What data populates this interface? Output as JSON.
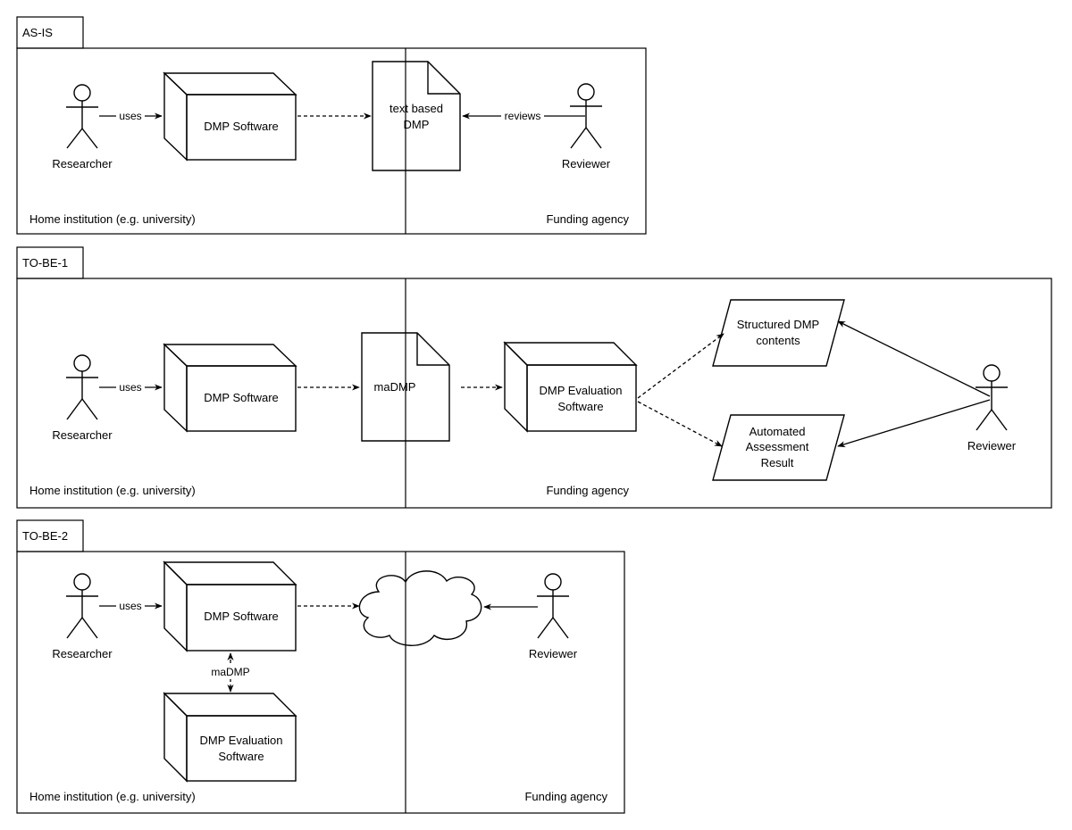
{
  "panels": {
    "asis": {
      "tab": "AS-IS"
    },
    "tobe1": {
      "tab": "TO-BE-1"
    },
    "tobe2": {
      "tab": "TO-BE-2"
    }
  },
  "regions": {
    "home": "Home institution (e.g. university)",
    "funding": "Funding agency"
  },
  "actors": {
    "researcher": "Researcher",
    "reviewer": "Reviewer"
  },
  "nodes": {
    "dmp_software": "DMP Software",
    "text_dmp": [
      "text based",
      "DMP"
    ],
    "madmp": "maDMP",
    "eval_software": [
      "DMP Evaluation",
      "Software"
    ],
    "structured": [
      "Structured DMP",
      "contents"
    ],
    "assessment": [
      "Automated",
      "Assessment",
      "Result"
    ]
  },
  "edges": {
    "uses": "uses",
    "reviews": "reviews",
    "madmp": "maDMP"
  },
  "colors": {
    "stroke": "#000000",
    "box_fill": "#ffffff",
    "box_side": "#e3e3e3"
  }
}
